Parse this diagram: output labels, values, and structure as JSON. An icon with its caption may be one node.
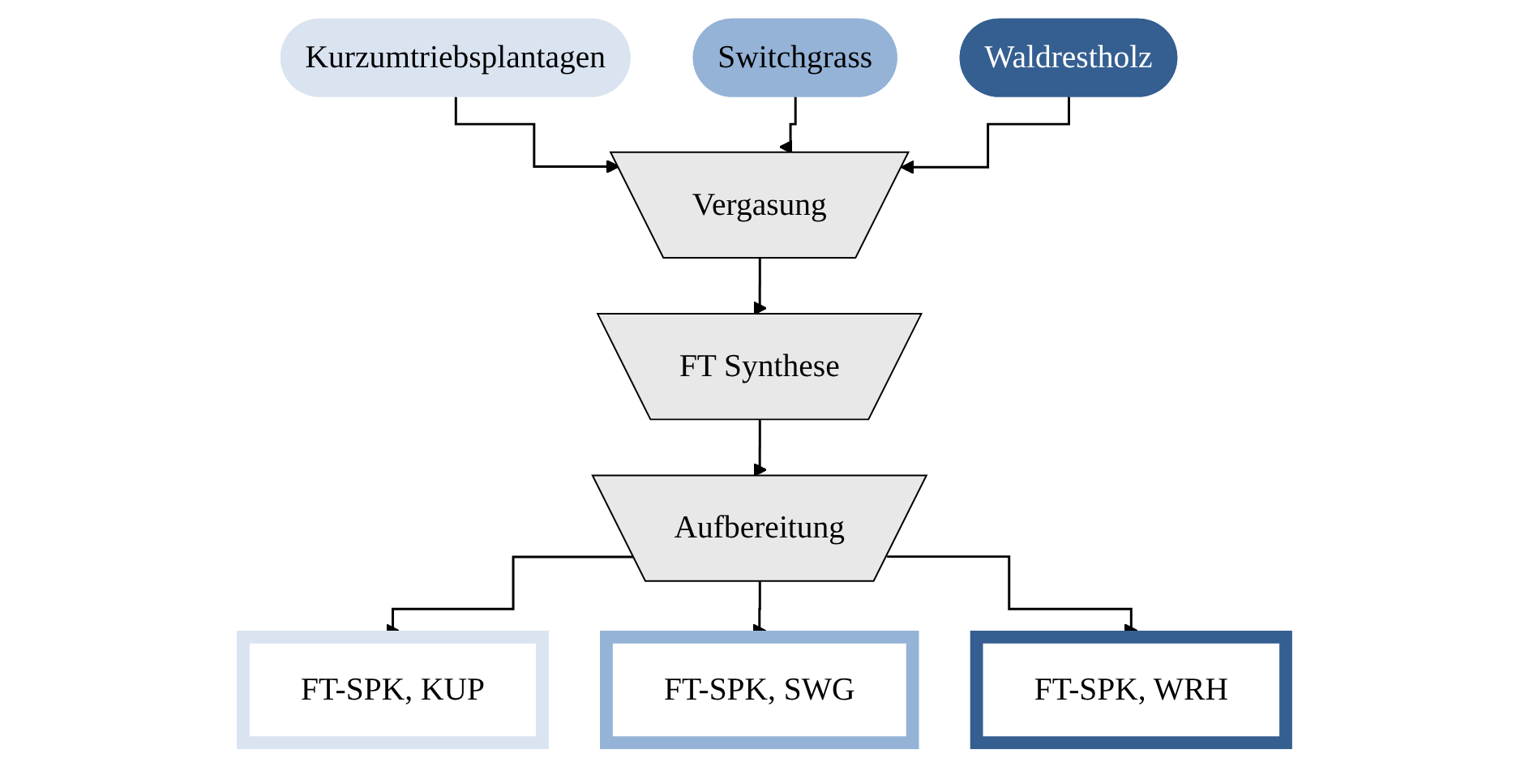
{
  "diagram": {
    "nodes": [
      {
        "text": [
          "Kurzumtriebsplantagen"
        ]
      },
      {
        "text": [
          "Switchgrass"
        ]
      },
      {
        "text": [
          "Waldrestholz"
        ]
      },
      {
        "text": [
          "Vergasung"
        ]
      },
      {
        "text": [
          "FT Synthese"
        ]
      },
      {
        "text": [
          "Aufbereitung"
        ]
      },
      {
        "text": [
          "FT-SPK, KUP"
        ]
      },
      {
        "text": [
          "FT-SPK, SWG"
        ]
      },
      {
        "text": [
          "FT-SPK, WRH"
        ]
      }
    ],
    "edges": [
      {
        "from": 0,
        "to": 3,
        "arrow": "to"
      },
      {
        "from": 1,
        "to": 3,
        "arrow": "to"
      },
      {
        "from": 2,
        "to": 3,
        "arrow": "to"
      },
      {
        "from": 3,
        "to": 4,
        "arrow": "to"
      },
      {
        "from": 4,
        "to": 5,
        "arrow": "to"
      },
      {
        "from": 5,
        "to": 6,
        "arrow": "to"
      },
      {
        "from": 5,
        "to": 7,
        "arrow": "to"
      },
      {
        "from": 5,
        "to": 8,
        "arrow": "to"
      }
    ]
  }
}
